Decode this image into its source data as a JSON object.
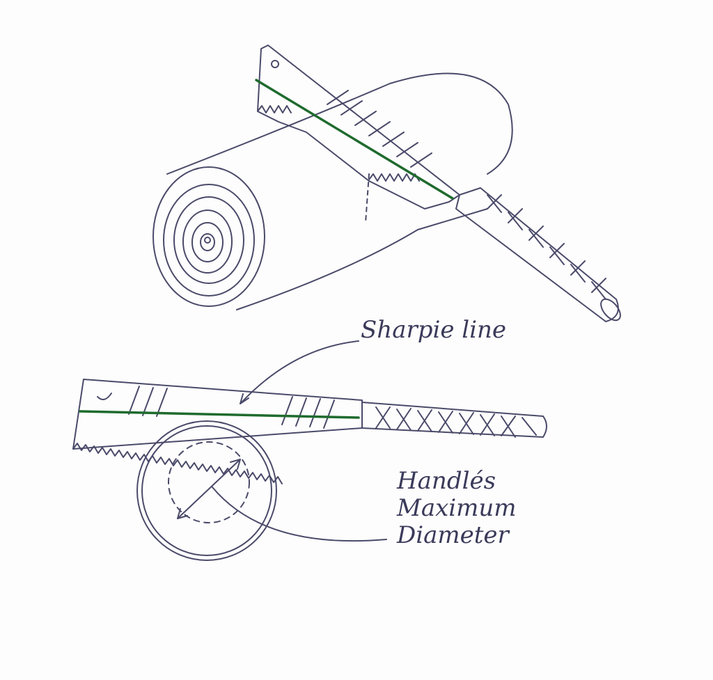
{
  "diagram": {
    "type": "hand-drawn sketch",
    "subject": "saw blade over log; side view showing sharpie line and handle's maximum diameter",
    "colors": {
      "ink": "#4a4a6a",
      "sharpie_line": "#1f6b2e",
      "paper": "#fdfdfd"
    },
    "labels": {
      "sharpie": "Sharpie line",
      "handle_line1": "Handlés",
      "handle_line2": "Maximum",
      "handle_line3": "Diameter"
    }
  }
}
